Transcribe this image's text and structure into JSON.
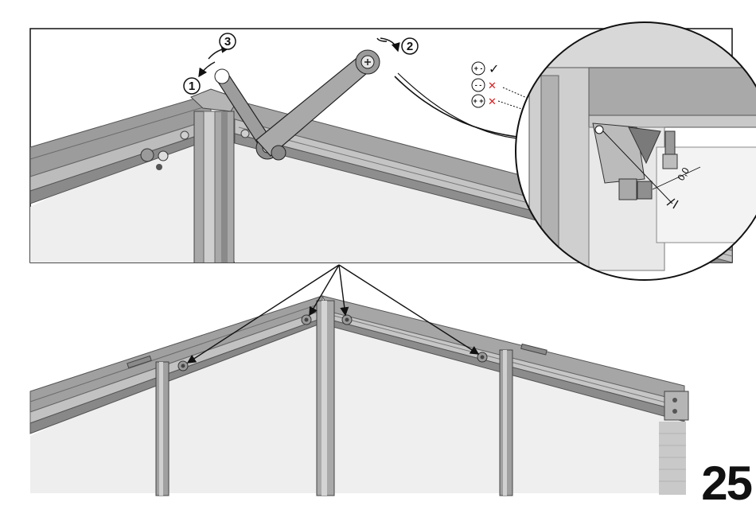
{
  "step_number": "25",
  "sequence": [
    {
      "label": "1"
    },
    {
      "label": "2"
    },
    {
      "label": "3"
    }
  ],
  "nut_legend": [
    {
      "symbol": "+ -",
      "status": "correct",
      "mark": "✓",
      "color": "#111111"
    },
    {
      "symbol": "- -",
      "status": "wrong",
      "mark": "✕",
      "color": "#d62020"
    },
    {
      "symbol": "+ +",
      "status": "wrong",
      "mark": "✕",
      "color": "#d62020"
    }
  ],
  "gap_dimension": "0,0",
  "colors": {
    "frame": "#8e8e8e",
    "frame_light": "#b9b9b9",
    "frame_dark": "#5a5a5a",
    "glass": "#f0f0f0",
    "wrong_mark": "#d62020"
  },
  "icons": [
    "wrench-icon",
    "rotate-arrow-icon",
    "magnifier-circle",
    "bolt-icon"
  ]
}
